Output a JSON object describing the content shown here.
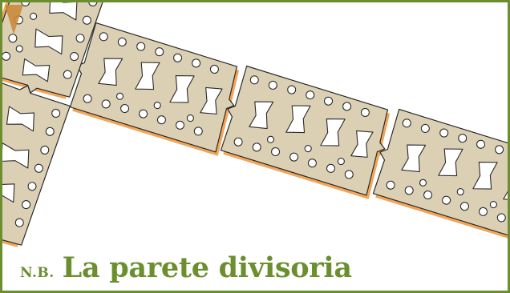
{
  "caption": {
    "prefix": "N.B.",
    "title": "La parete divisoria"
  },
  "palette": {
    "frame": "#6b8e2e",
    "title_text": "#6b8e2e",
    "panel_fill": "#dcd0b4",
    "panel_stroke": "#2a2a2a",
    "panel_shadow": "#f2a65a"
  },
  "illustration": {
    "subject": "perforated metal mounting strips (dovetail / bowtie cut-outs and round holes) forming a V shape"
  }
}
